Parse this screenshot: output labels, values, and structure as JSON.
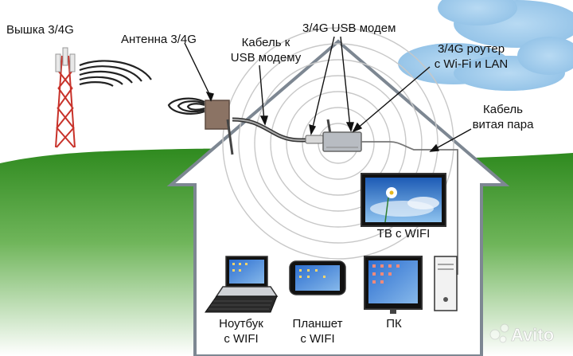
{
  "labels": {
    "tower": "Вышка 3/4G",
    "antenna": "Антенна 3/4G",
    "cable_usb_line1": "Кабель к",
    "cable_usb_line2": "USB модему",
    "usb_modem": "3/4G USB модем",
    "router_line1": "3/4G роутер",
    "router_line2": "с Wi-Fi и LAN",
    "twisted_line1": "Кабель",
    "twisted_line2": "витая пара",
    "tv": "ТВ с WIFI",
    "laptop_line1": "Ноутбук",
    "laptop_line2": "с WIFI",
    "tablet_line1": "Планшет",
    "tablet_line2": "с WIFI",
    "pc": "ПК"
  },
  "watermark": {
    "brand": "Avito"
  },
  "colors": {
    "sky_cloud": "#9fc9ea",
    "grass": "#3f9a2a",
    "tower_red": "#c8322a",
    "antenna_brown": "#8b7364",
    "house_outline": "#7d8792",
    "device_gray": "#b8bcc2"
  }
}
